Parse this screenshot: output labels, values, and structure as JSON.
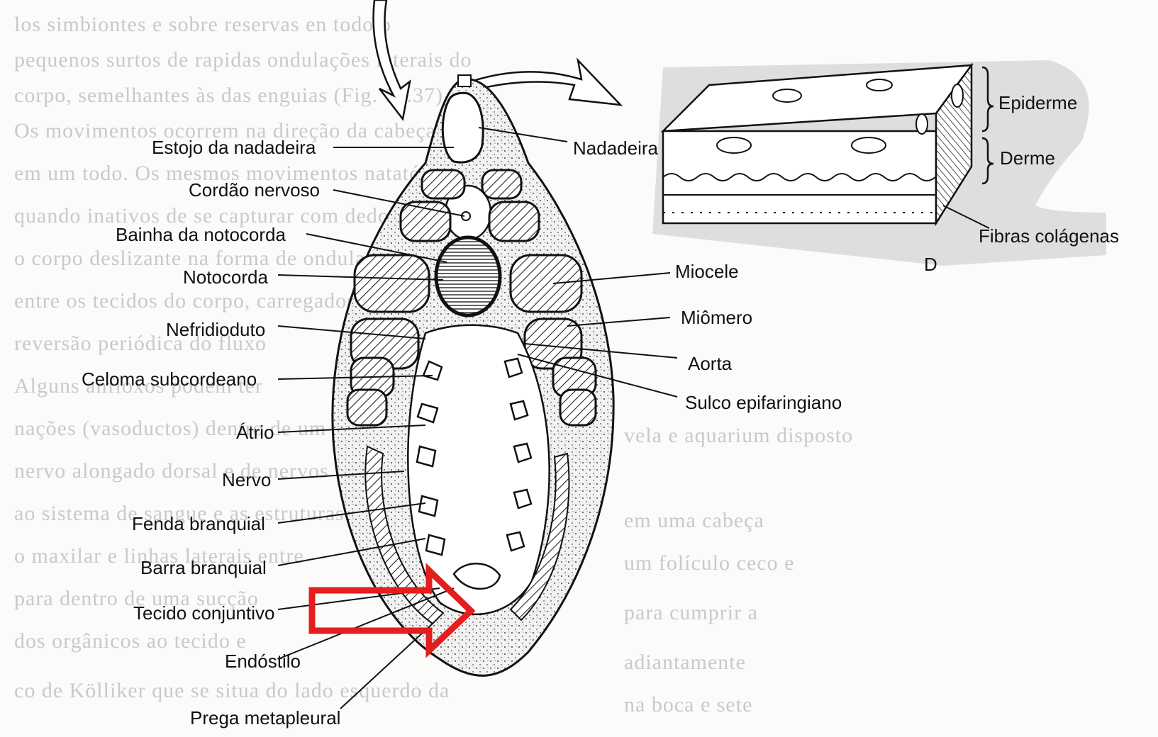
{
  "figure_letter": "D",
  "labels_left": {
    "estojo": "Estojo da nadadeira",
    "cordao": "Cordão nervoso",
    "bainha": "Bainha da notocorda",
    "notocorda": "Notocorda",
    "nefridioduto": "Nefridioduto",
    "celoma": "Celoma subcordeano",
    "atrio": "Átrio",
    "nervo": "Nervo",
    "fenda": "Fenda branquial",
    "barra": "Barra branquial",
    "tecido": "Tecido conjuntivo",
    "endostilo": "Endóstilo",
    "prega": "Prega metapleural"
  },
  "labels_right": {
    "nadadeira": "Nadadeira",
    "miocele": "Miocele",
    "miomero": "Miômero",
    "aorta": "Aorta",
    "sulco": "Sulco epifaringiano"
  },
  "inset_labels": {
    "epiderme": "Epiderme",
    "derme": "Derme",
    "fibras": "Fibras colágenas"
  },
  "colors": {
    "highlight_arrow": "#e41e1e",
    "ink": "#111111",
    "ghost_text": "#c9c9c9"
  }
}
